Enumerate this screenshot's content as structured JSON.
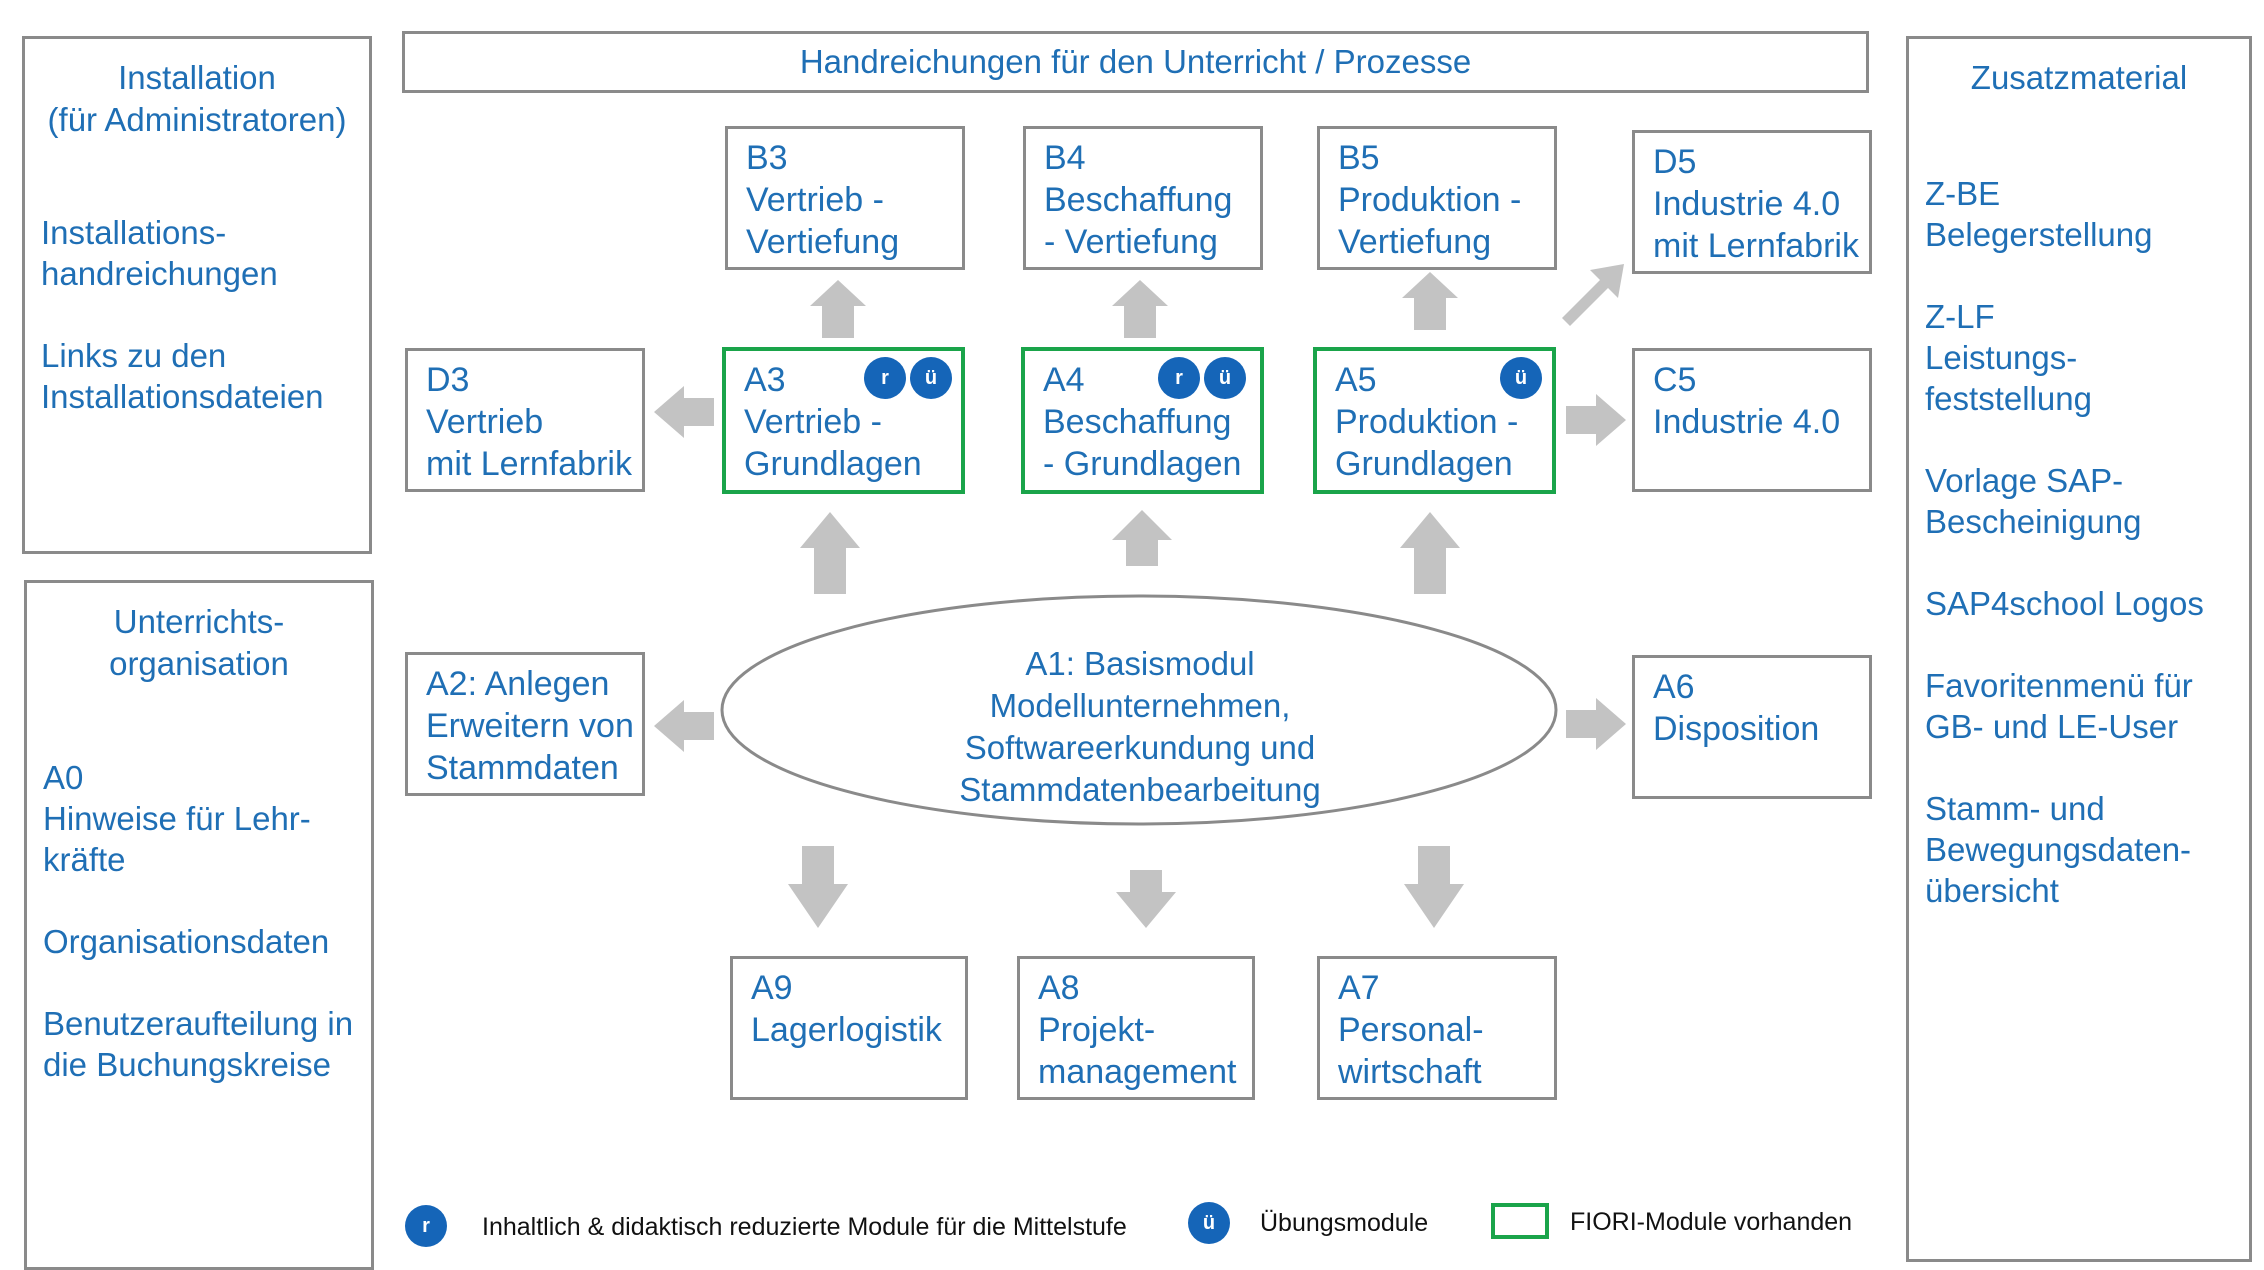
{
  "colors": {
    "text": "#1F6FB5",
    "border": "#8a8a8a",
    "fiori": "#1aa44a",
    "badge": "#1565b8",
    "arrow": "#c0c0c0"
  },
  "header": {
    "title": "Handreichungen für den Unterricht / Prozesse"
  },
  "left_top": {
    "title": "Installation\n(für Administratoren)",
    "items": [
      "Installations-\nhandreichungen",
      "Links zu den\nInstallationsdateien"
    ]
  },
  "left_bottom": {
    "title": "Unterrichts-\norganisation",
    "items": [
      "A0\nHinweise für Lehr-\nkräfte",
      "Organisationsdaten",
      "Benutzeraufteilung in\ndie Buchungskreise"
    ]
  },
  "right": {
    "title": "Zusatzmaterial",
    "items": [
      "Z-BE\nBelegerstellung",
      "Z-LF\nLeistungs-\nfeststellung",
      "Vorlage SAP-\nBescheinigung",
      "SAP4school Logos",
      "Favoritenmenü für\nGB- und LE-User",
      "Stamm- und\nBewegungsdaten-\nübersicht"
    ]
  },
  "modules": {
    "b3": "B3\nVertrieb -\nVertiefung",
    "b4": "B4\nBeschaffung\n- Vertiefung",
    "b5": "B5\nProduktion -\nVertiefung",
    "d5": "D5\nIndustrie 4.0\nmit Lernfabrik",
    "d3": "D3\nVertrieb\nmit Lernfabrik",
    "a3": "A3\nVertrieb -\nGrundlagen",
    "a4": "A4\nBeschaffung\n- Grundlagen",
    "a5": "A5\nProduktion -\nGrundlagen",
    "c5": "C5\nIndustrie 4.0",
    "a2": "A2: Anlegen\nErweitern von\nStammdaten",
    "a6": "A6\nDisposition",
    "a9": "A9\nLagerlogistik",
    "a8": "A8\nProjekt-\nmanagement",
    "a7": "A7\nPersonal-\nwirtschaft"
  },
  "center": {
    "label": "A1: Basismodul\nModellunternehmen,\nSoftwareerkundung und\nStammdatenbearbeitung"
  },
  "badges": {
    "r": "r",
    "u": "ü"
  },
  "legend": {
    "r_text": "Inhaltlich & didaktisch reduzierte Module für die Mittelstufe",
    "u_text": "Übungsmodule",
    "fiori_text": "FIORI-Module vorhanden"
  }
}
